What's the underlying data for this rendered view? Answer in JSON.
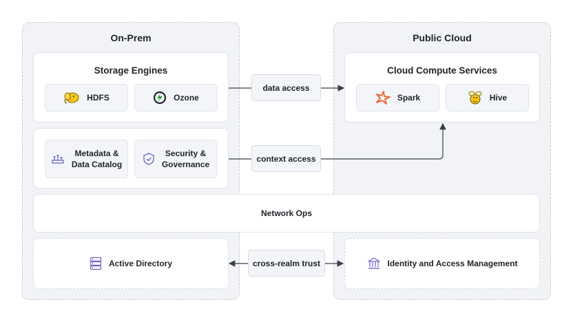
{
  "zones": {
    "onprem": {
      "title": "On-Prem"
    },
    "cloud": {
      "title": "Public Cloud"
    }
  },
  "storage": {
    "title": "Storage Engines",
    "items": [
      {
        "label": "HDFS",
        "icon": "hadoop-elephant-icon"
      },
      {
        "label": "Ozone",
        "icon": "ozone-icon"
      }
    ]
  },
  "governance": {
    "items": [
      {
        "line1": "Metadata &",
        "line2": "Data Catalog",
        "icon": "catalog-icon"
      },
      {
        "line1": "Security &",
        "line2": "Governance",
        "icon": "shield-icon"
      }
    ]
  },
  "compute": {
    "title": "Cloud Compute Services",
    "items": [
      {
        "label": "Spark",
        "icon": "spark-icon"
      },
      {
        "label": "Hive",
        "icon": "hive-icon"
      }
    ]
  },
  "network": {
    "label": "Network Ops"
  },
  "identity": {
    "ad": {
      "label": "Active Directory",
      "icon": "server-stack-icon"
    },
    "iam": {
      "label": "Identity and Access Management",
      "icon": "institution-icon"
    }
  },
  "connectors": {
    "data_access": "data access",
    "context_access": "context access",
    "cross_realm": "cross-realm trust"
  },
  "colors": {
    "accent_orange": "#e8622c",
    "yellow": "#f5c518",
    "green": "#2e9e43",
    "purple": "#6c5fc7"
  }
}
